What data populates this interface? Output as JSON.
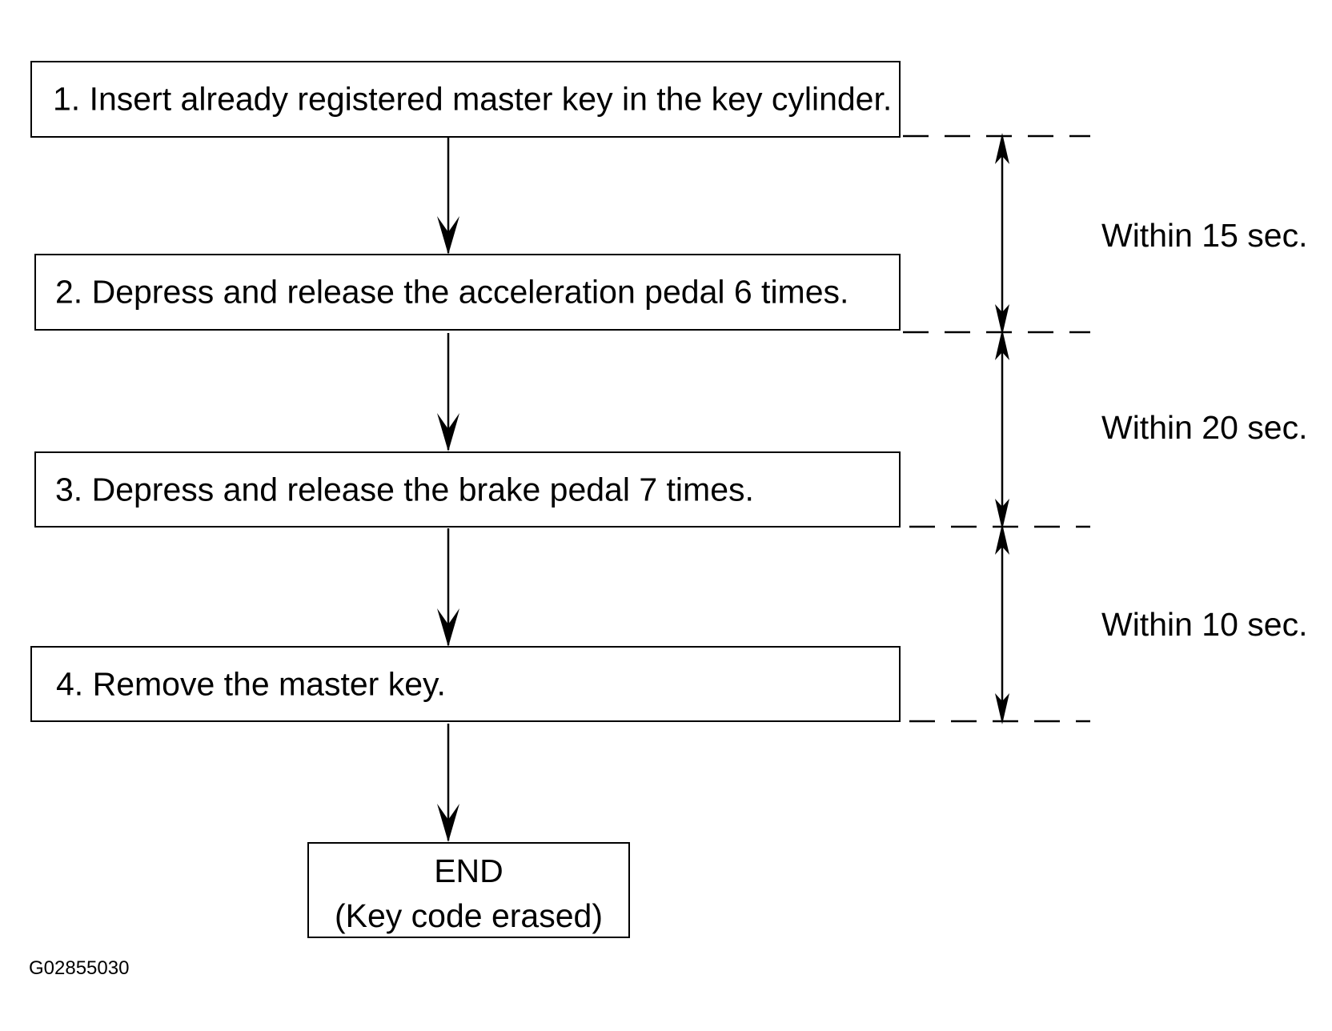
{
  "steps": [
    {
      "text": "1. Insert already registered master key in the key cylinder."
    },
    {
      "text": "2. Depress and release the acceleration pedal 6 times."
    },
    {
      "text": "3. Depress and release the brake pedal 7 times."
    },
    {
      "text": "4. Remove the master key."
    }
  ],
  "end": {
    "line1": "END",
    "line2": "(Key code erased)"
  },
  "intervals": [
    {
      "label": "Within 15 sec."
    },
    {
      "label": "Within 20 sec."
    },
    {
      "label": "Within 10 sec."
    }
  ],
  "figure_id": "G02855030"
}
